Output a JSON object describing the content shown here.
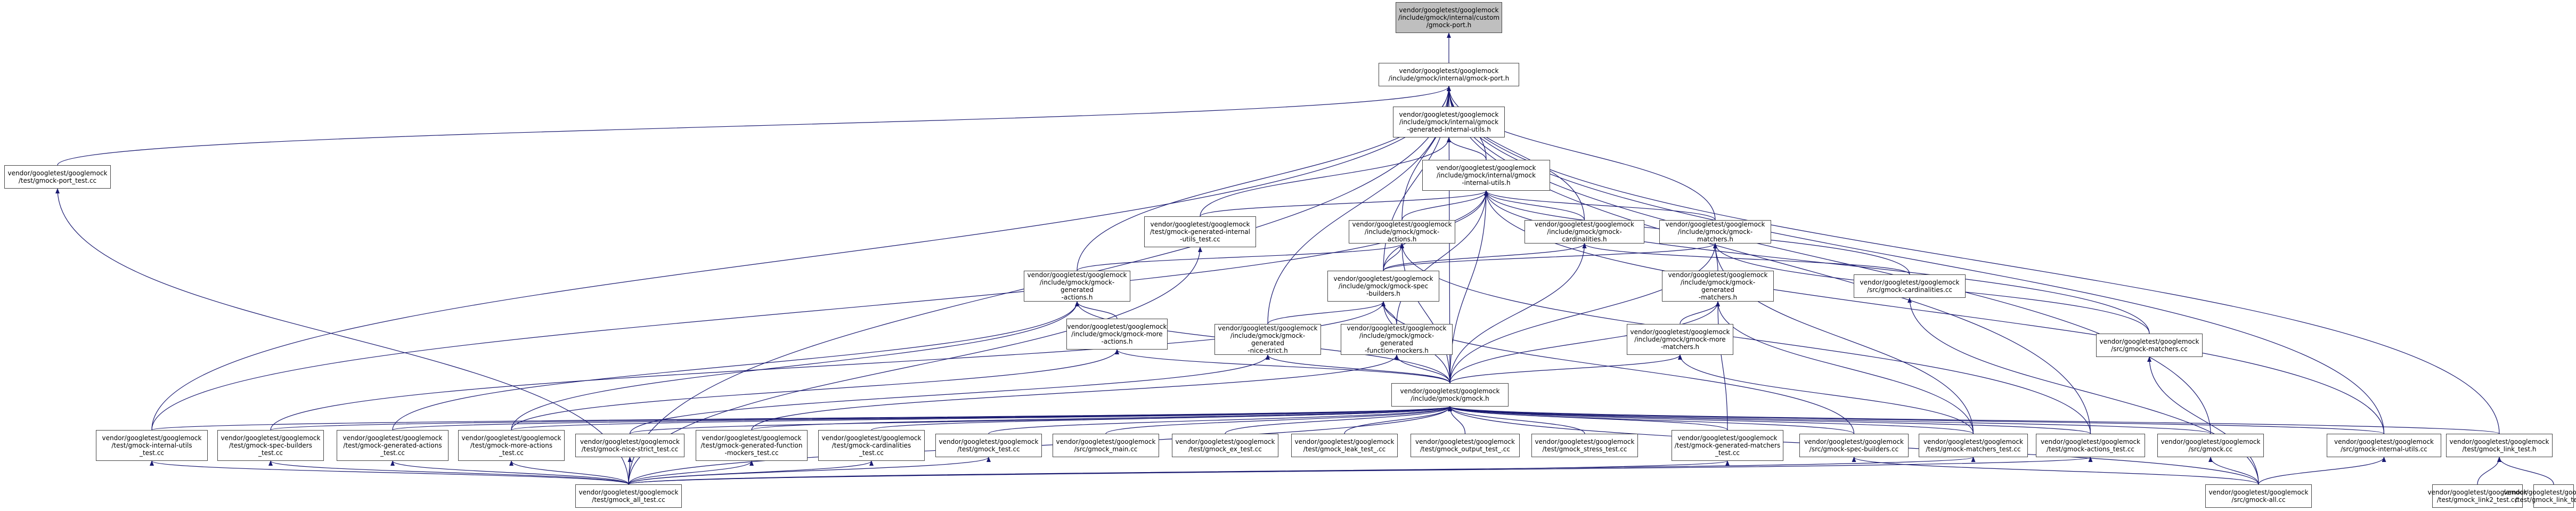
{
  "graph": {
    "edge_color": "#191970",
    "root_fill": "#bfbfbf",
    "nodes": [
      {
        "id": "custom_port",
        "label": "vendor/googletest/googlemock\n/include/gmock/internal/custom\n/gmock-port.h",
        "root": true
      },
      {
        "id": "gmock_port",
        "label": "vendor/googletest/googlemock\n/include/gmock/internal/gmock-port.h"
      },
      {
        "id": "port_test",
        "label": "vendor/googletest/googlemock\n/test/gmock-port_test.cc"
      },
      {
        "id": "gen_internal_utils",
        "label": "vendor/googletest/googlemock\n/include/gmock/internal/gmock\n-generated-internal-utils.h"
      },
      {
        "id": "internal_utils",
        "label": "vendor/googletest/googlemock\n/include/gmock/internal/gmock\n-internal-utils.h"
      },
      {
        "id": "gen_internal_utils_test",
        "label": "vendor/googletest/googlemock\n/test/gmock-generated-internal\n-utils_test.cc"
      },
      {
        "id": "actions_h",
        "label": "vendor/googletest/googlemock\n/include/gmock/gmock-actions.h"
      },
      {
        "id": "cardinalities_h",
        "label": "vendor/googletest/googlemock\n/include/gmock/gmock-cardinalities.h"
      },
      {
        "id": "matchers_h",
        "label": "vendor/googletest/googlemock\n/include/gmock/gmock-matchers.h"
      },
      {
        "id": "gen_actions_h",
        "label": "vendor/googletest/googlemock\n/include/gmock/gmock-generated\n-actions.h"
      },
      {
        "id": "spec_builders_h",
        "label": "vendor/googletest/googlemock\n/include/gmock/gmock-spec\n-builders.h"
      },
      {
        "id": "gen_matchers_h",
        "label": "vendor/googletest/googlemock\n/include/gmock/gmock-generated\n-matchers.h"
      },
      {
        "id": "src_cardinalities",
        "label": "vendor/googletest/googlemock\n/src/gmock-cardinalities.cc"
      },
      {
        "id": "more_actions_h",
        "label": "vendor/googletest/googlemock\n/include/gmock/gmock-more\n-actions.h"
      },
      {
        "id": "gen_nice_strict_h",
        "label": "vendor/googletest/googlemock\n/include/gmock/gmock-generated\n-nice-strict.h"
      },
      {
        "id": "gen_function_mockers_h",
        "label": "vendor/googletest/googlemock\n/include/gmock/gmock-generated\n-function-mockers.h"
      },
      {
        "id": "more_matchers_h",
        "label": "vendor/googletest/googlemock\n/include/gmock/gmock-more\n-matchers.h"
      },
      {
        "id": "src_matchers",
        "label": "vendor/googletest/googlemock\n/src/gmock-matchers.cc"
      },
      {
        "id": "gmock_h",
        "label": "vendor/googletest/googlemock\n/include/gmock/gmock.h"
      },
      {
        "id": "t_internal_utils",
        "label": "vendor/googletest/googlemock\n/test/gmock-internal-utils\n_test.cc"
      },
      {
        "id": "t_spec_builders",
        "label": "vendor/googletest/googlemock\n/test/gmock-spec-builders\n_test.cc"
      },
      {
        "id": "t_gen_actions",
        "label": "vendor/googletest/googlemock\n/test/gmock-generated-actions\n_test.cc"
      },
      {
        "id": "t_more_actions",
        "label": "vendor/googletest/googlemock\n/test/gmock-more-actions\n_test.cc"
      },
      {
        "id": "t_nice_strict",
        "label": "vendor/googletest/googlemock\n/test/gmock-nice-strict_test.cc"
      },
      {
        "id": "t_gen_function_mockers",
        "label": "vendor/googletest/googlemock\n/test/gmock-generated-function\n-mockers_test.cc"
      },
      {
        "id": "t_cardinalities",
        "label": "vendor/googletest/googlemock\n/test/gmock-cardinalities\n_test.cc"
      },
      {
        "id": "t_gmock",
        "label": "vendor/googletest/googlemock\n/test/gmock_test.cc"
      },
      {
        "id": "src_gmock_main",
        "label": "vendor/googletest/googlemock\n/src/gmock_main.cc"
      },
      {
        "id": "t_ex",
        "label": "vendor/googletest/googlemock\n/test/gmock_ex_test.cc"
      },
      {
        "id": "t_leak",
        "label": "vendor/googletest/googlemock\n/test/gmock_leak_test_.cc"
      },
      {
        "id": "t_output",
        "label": "vendor/googletest/googlemock\n/test/gmock_output_test_.cc"
      },
      {
        "id": "t_stress",
        "label": "vendor/googletest/googlemock\n/test/gmock_stress_test.cc"
      },
      {
        "id": "t_gen_matchers",
        "label": "vendor/googletest/googlemock\n/test/gmock-generated-matchers\n_test.cc"
      },
      {
        "id": "src_spec_builders",
        "label": "vendor/googletest/googlemock\n/src/gmock-spec-builders.cc"
      },
      {
        "id": "t_matchers",
        "label": "vendor/googletest/googlemock\n/test/gmock-matchers_test.cc"
      },
      {
        "id": "t_actions",
        "label": "vendor/googletest/googlemock\n/test/gmock-actions_test.cc"
      },
      {
        "id": "src_gmock",
        "label": "vendor/googletest/googlemock\n/src/gmock.cc"
      },
      {
        "id": "src_internal_utils",
        "label": "vendor/googletest/googlemock\n/src/gmock-internal-utils.cc"
      },
      {
        "id": "t_link_h",
        "label": "vendor/googletest/googlemock\n/test/gmock_link_test.h"
      },
      {
        "id": "t_all",
        "label": "vendor/googletest/googlemock\n/test/gmock_all_test.cc"
      },
      {
        "id": "src_all",
        "label": "vendor/googletest/googlemock\n/src/gmock-all.cc"
      },
      {
        "id": "t_link2",
        "label": "vendor/googletest/googlemock\n/test/gmock_link2_test.cc"
      },
      {
        "id": "t_link",
        "label": "vendor/googletest/googlemock\n/test/gmock_link_test.cc"
      }
    ],
    "edges": [
      [
        "gmock_port",
        "custom_port"
      ],
      [
        "port_test",
        "gmock_port"
      ],
      [
        "gen_internal_utils",
        "gmock_port"
      ],
      [
        "internal_utils",
        "gmock_port"
      ],
      [
        "actions_h",
        "gmock_port"
      ],
      [
        "cardinalities_h",
        "gmock_port"
      ],
      [
        "matchers_h",
        "gmock_port"
      ],
      [
        "gen_actions_h",
        "gmock_port"
      ],
      [
        "spec_builders_h",
        "gmock_port"
      ],
      [
        "gen_nice_strict_h",
        "gmock_port"
      ],
      [
        "gmock_h",
        "gmock_port"
      ],
      [
        "t_internal_utils",
        "gmock_port"
      ],
      [
        "t_all",
        "gmock_port"
      ],
      [
        "t_actions",
        "gmock_port"
      ],
      [
        "src_gmock",
        "gmock_port"
      ],
      [
        "src_internal_utils",
        "gmock_port"
      ],
      [
        "t_link_h",
        "gmock_port"
      ],
      [
        "gen_internal_utils_test",
        "gen_internal_utils"
      ],
      [
        "internal_utils",
        "gen_internal_utils"
      ],
      [
        "gen_internal_utils_test",
        "internal_utils"
      ],
      [
        "actions_h",
        "internal_utils"
      ],
      [
        "cardinalities_h",
        "internal_utils"
      ],
      [
        "matchers_h",
        "internal_utils"
      ],
      [
        "spec_builders_h",
        "internal_utils"
      ],
      [
        "gen_function_mockers_h",
        "internal_utils"
      ],
      [
        "gmock_h",
        "internal_utils"
      ],
      [
        "t_internal_utils",
        "internal_utils"
      ],
      [
        "src_cardinalities",
        "internal_utils"
      ],
      [
        "src_matchers",
        "internal_utils"
      ],
      [
        "src_internal_utils",
        "internal_utils"
      ],
      [
        "t_all",
        "gen_internal_utils_test"
      ],
      [
        "gen_actions_h",
        "actions_h"
      ],
      [
        "spec_builders_h",
        "actions_h"
      ],
      [
        "gmock_h",
        "actions_h"
      ],
      [
        "t_actions",
        "actions_h"
      ],
      [
        "spec_builders_h",
        "cardinalities_h"
      ],
      [
        "gmock_h",
        "cardinalities_h"
      ],
      [
        "src_cardinalities",
        "cardinalities_h"
      ],
      [
        "spec_builders_h",
        "matchers_h"
      ],
      [
        "gen_matchers_h",
        "matchers_h"
      ],
      [
        "gmock_h",
        "matchers_h"
      ],
      [
        "src_matchers",
        "matchers_h"
      ],
      [
        "t_matchers",
        "matchers_h"
      ],
      [
        "more_actions_h",
        "gen_actions_h"
      ],
      [
        "gmock_h",
        "gen_actions_h"
      ],
      [
        "t_gen_actions",
        "gen_actions_h"
      ],
      [
        "t_more_actions",
        "gen_actions_h"
      ],
      [
        "gen_nice_strict_h",
        "spec_builders_h"
      ],
      [
        "gen_function_mockers_h",
        "spec_builders_h"
      ],
      [
        "gmock_h",
        "spec_builders_h"
      ],
      [
        "t_spec_builders",
        "spec_builders_h"
      ],
      [
        "src_spec_builders",
        "spec_builders_h"
      ],
      [
        "more_matchers_h",
        "gen_matchers_h"
      ],
      [
        "gmock_h",
        "gen_matchers_h"
      ],
      [
        "t_gen_matchers",
        "gen_matchers_h"
      ],
      [
        "t_matchers",
        "gen_matchers_h"
      ],
      [
        "src_all",
        "src_cardinalities"
      ],
      [
        "gmock_h",
        "more_actions_h"
      ],
      [
        "t_more_actions",
        "more_actions_h"
      ],
      [
        "gmock_h",
        "gen_nice_strict_h"
      ],
      [
        "t_nice_strict",
        "gen_nice_strict_h"
      ],
      [
        "gmock_h",
        "gen_function_mockers_h"
      ],
      [
        "t_gen_function_mockers",
        "gen_function_mockers_h"
      ],
      [
        "gmock_h",
        "more_matchers_h"
      ],
      [
        "t_matchers",
        "more_matchers_h"
      ],
      [
        "src_all",
        "src_matchers"
      ],
      [
        "t_internal_utils",
        "gmock_h"
      ],
      [
        "t_spec_builders",
        "gmock_h"
      ],
      [
        "t_gen_actions",
        "gmock_h"
      ],
      [
        "t_more_actions",
        "gmock_h"
      ],
      [
        "t_nice_strict",
        "gmock_h"
      ],
      [
        "t_gen_function_mockers",
        "gmock_h"
      ],
      [
        "t_cardinalities",
        "gmock_h"
      ],
      [
        "t_gmock",
        "gmock_h"
      ],
      [
        "src_gmock_main",
        "gmock_h"
      ],
      [
        "t_ex",
        "gmock_h"
      ],
      [
        "t_leak",
        "gmock_h"
      ],
      [
        "t_output",
        "gmock_h"
      ],
      [
        "t_stress",
        "gmock_h"
      ],
      [
        "t_gen_matchers",
        "gmock_h"
      ],
      [
        "src_spec_builders",
        "gmock_h"
      ],
      [
        "t_matchers",
        "gmock_h"
      ],
      [
        "t_actions",
        "gmock_h"
      ],
      [
        "src_gmock",
        "gmock_h"
      ],
      [
        "src_internal_utils",
        "gmock_h"
      ],
      [
        "t_link_h",
        "gmock_h"
      ],
      [
        "t_all",
        "gmock_h"
      ],
      [
        "src_all",
        "gmock_h"
      ],
      [
        "t_all",
        "t_internal_utils"
      ],
      [
        "t_all",
        "t_spec_builders"
      ],
      [
        "t_all",
        "t_gen_actions"
      ],
      [
        "t_all",
        "t_more_actions"
      ],
      [
        "t_all",
        "t_nice_strict"
      ],
      [
        "t_all",
        "t_gen_function_mockers"
      ],
      [
        "t_all",
        "t_cardinalities"
      ],
      [
        "t_all",
        "t_gmock"
      ],
      [
        "t_all",
        "t_gen_matchers"
      ],
      [
        "t_all",
        "t_matchers"
      ],
      [
        "t_all",
        "t_actions"
      ],
      [
        "t_all",
        "port_test"
      ],
      [
        "src_all",
        "src_spec_builders"
      ],
      [
        "src_all",
        "src_gmock"
      ],
      [
        "src_all",
        "src_internal_utils"
      ],
      [
        "t_link2",
        "t_link_h"
      ],
      [
        "t_link",
        "t_link_h"
      ]
    ]
  }
}
